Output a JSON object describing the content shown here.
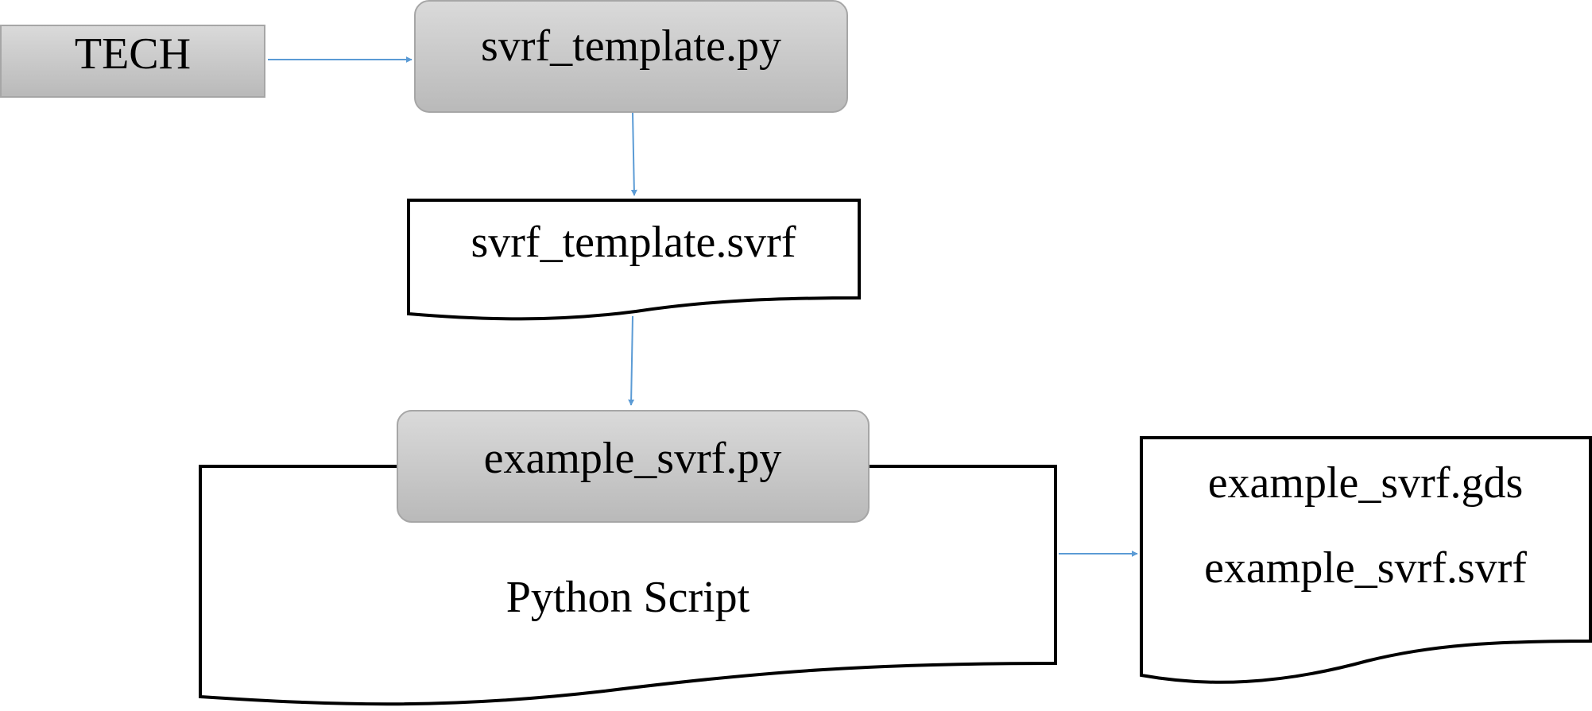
{
  "nodes": {
    "tech": {
      "label": "TECH"
    },
    "svrf_template_py": {
      "label": "svrf_template.py"
    },
    "svrf_template_svrf": {
      "label": "svrf_template.svrf"
    },
    "example_svrf_py": {
      "label": "example_svrf.py"
    },
    "python_script": {
      "label": "Python Script"
    },
    "outputs": {
      "line1": "example_svrf.gds",
      "line2": "example_svrf.svrf"
    }
  },
  "colors": {
    "process_fill_top": "#d9d9d9",
    "process_fill_bottom": "#b8b8b8",
    "process_border": "#a6a6a6",
    "document_border": "#000000",
    "arrow": "#5b9bd5"
  }
}
